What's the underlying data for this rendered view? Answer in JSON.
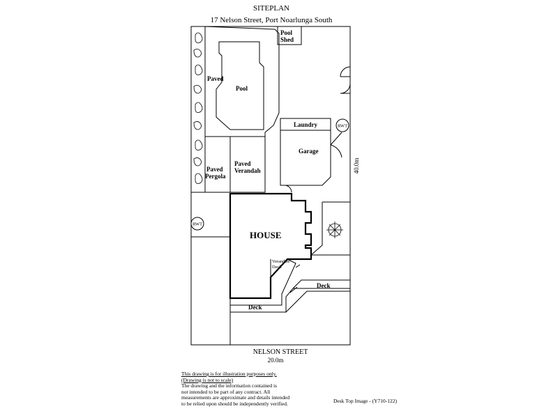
{
  "title": "SITEPLAN",
  "address": "17 Nelson Street,  Port Noarlunga South",
  "street": "NELSON STREET",
  "frontage": "20.0m",
  "depth": "40.0m",
  "labels": {
    "pool_shed_1": "Pool",
    "pool_shed_2": "Shed",
    "paved": "Paved",
    "pool": "Pool",
    "laundry": "Laundry",
    "rwt": "RWT",
    "garage": "Garage",
    "paved_pergola_1": "Paved",
    "paved_pergola_2": "Pergola",
    "paved_verandah_1": "Paved",
    "paved_verandah_2": "Verandah",
    "house": "HOUSE",
    "verandah_deck_1": "Verandah/",
    "verandah_deck_2": "Deck",
    "deck": "Deck"
  },
  "disclaimer": {
    "line1": "This drawing is for illustration purposes only.",
    "line2": "(Drawing is not to scale)",
    "line3": "The drawing and the information contained is",
    "line4": "not intended to be part of any contract.  All",
    "line5": "measurements are approximate and details intended",
    "line6": "to be relied upon should be independently verified."
  },
  "credit": "Desk Top Image - (Y710-122)"
}
